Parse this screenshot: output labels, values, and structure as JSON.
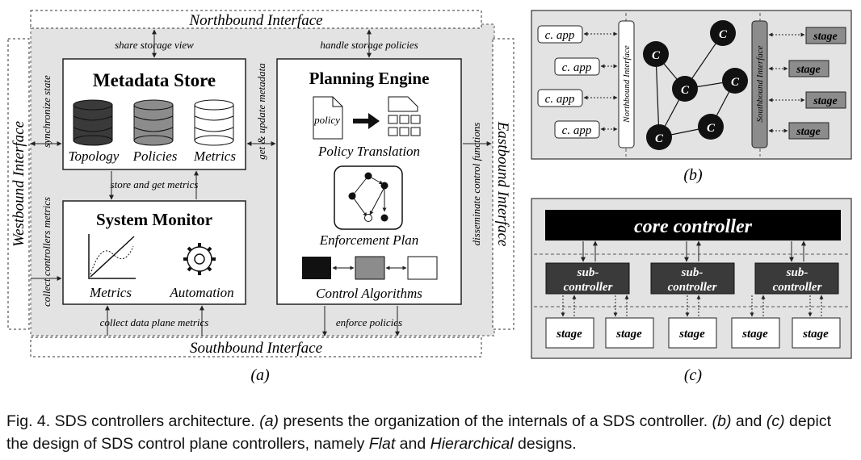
{
  "panel_a": {
    "north": "Northbound Interface",
    "south": "Southbound Interface",
    "west": "Westbound Interface",
    "east": "Eastbound Interface",
    "metadata": {
      "title": "Metadata Store",
      "items": [
        "Topology",
        "Policies",
        "Metrics"
      ],
      "colors": [
        "#3a3a3a",
        "#8c8c8c",
        "#ffffff"
      ]
    },
    "monitor": {
      "title": "System Monitor",
      "items": [
        "Metrics",
        "Automation"
      ]
    },
    "planning": {
      "title": "Planning Engine",
      "policy_word": "policy",
      "translation": "Policy Translation",
      "enforcement": "Enforcement Plan",
      "algorithms": "Control Algorithms"
    },
    "labels": {
      "share_storage_view": "share storage view",
      "handle_storage_policies": "handle storage policies",
      "synchronize_state": "synchronize state",
      "get_update_metadata": "get & update metadata",
      "store_get_metrics": "store and get metrics",
      "collect_controllers_metrics": "collect controllers metrics",
      "disseminate": "disseminate control functions",
      "collect_data_plane": "collect data plane metrics",
      "enforce_policies": "enforce policies"
    },
    "sublabel": "(a)"
  },
  "panel_b": {
    "apps": [
      "c. app",
      "c. app",
      "c. app",
      "c. app"
    ],
    "north_bar": "Northbound Interface",
    "south_bar": "Southbound Interface",
    "controller_letter": "C",
    "stages": [
      "stage",
      "stage",
      "stage",
      "stage"
    ],
    "sublabel": "(b)"
  },
  "panel_c": {
    "core": "core controller",
    "sub_lines": [
      "sub-",
      "controller"
    ],
    "stages": [
      "stage",
      "stage",
      "stage",
      "stage",
      "stage"
    ],
    "sublabel": "(c)"
  },
  "caption": {
    "prefix": "Fig. 4.  SDS controllers architecture. ",
    "a": "(a)",
    "mid1": " presents the organization of the internals of a SDS controller. ",
    "b": "(b)",
    "mid2": " and ",
    "c": "(c)",
    "mid3": " depict the design of SDS control plane controllers, namely ",
    "flat": "Flat",
    "mid4": " and ",
    "hier": "Hierarchical",
    "suffix": " designs."
  }
}
